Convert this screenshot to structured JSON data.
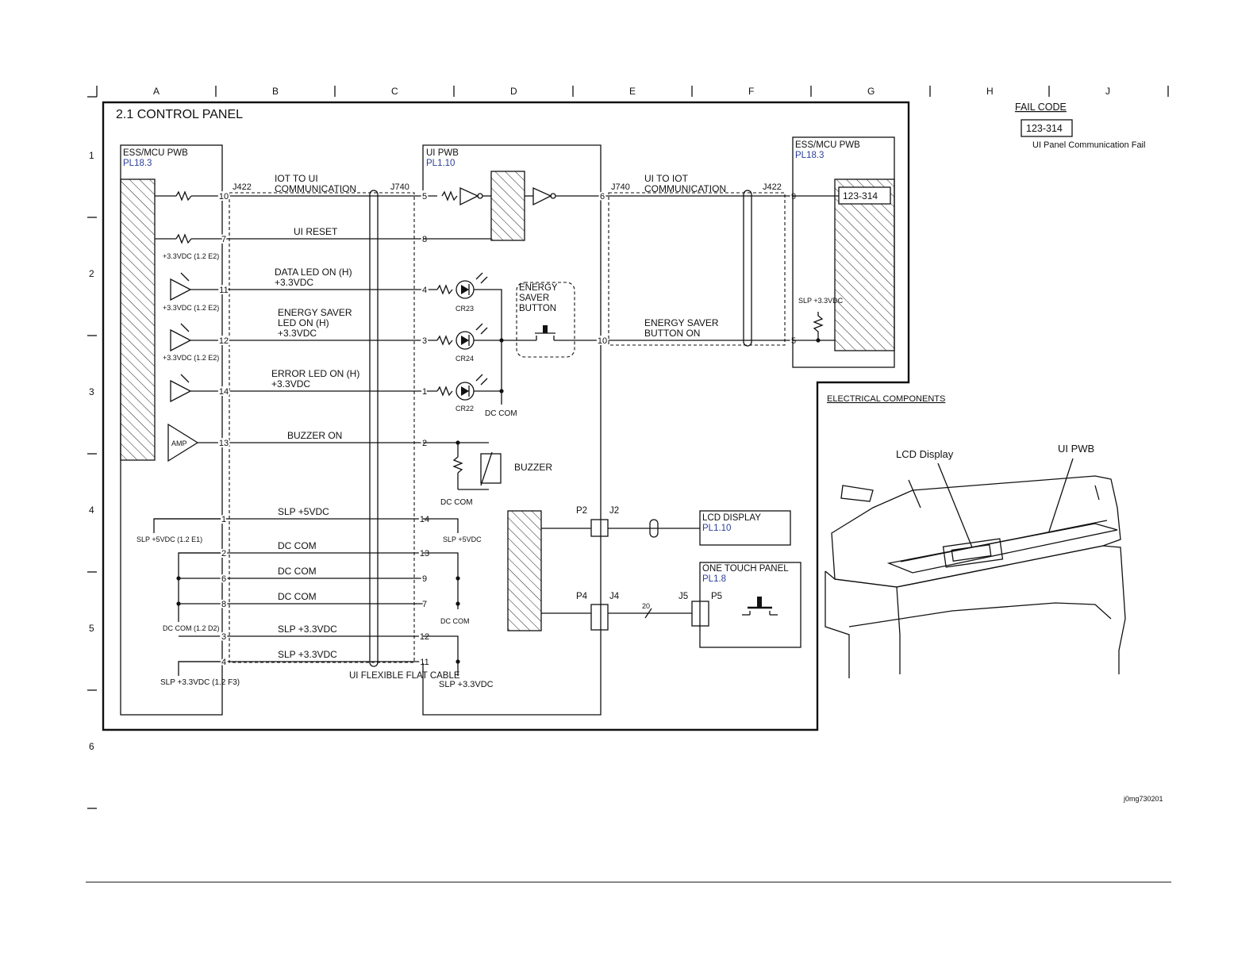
{
  "grid": {
    "columns": [
      "A",
      "B",
      "C",
      "D",
      "E",
      "F",
      "G",
      "H",
      "J"
    ],
    "rows": [
      "1",
      "2",
      "3",
      "4",
      "5",
      "6"
    ]
  },
  "panel_title": "2.1 CONTROL PANEL",
  "fail_code": {
    "heading": "FAIL CODE",
    "code": "123-314",
    "description": "UI Panel Communication Fail"
  },
  "ess_left": {
    "title": "ESS/MCU PWB",
    "ref": "PL18.3"
  },
  "ess_right": {
    "title": "ESS/MCU PWB",
    "ref": "PL18.3",
    "code": "123-314"
  },
  "ui_pwb": {
    "title": "UI PWB",
    "ref": "PL1.10"
  },
  "connectors": {
    "j422": "J422",
    "j740": "J740",
    "j740b": "J740",
    "j422b": "J422",
    "p2": "P2",
    "j2": "J2",
    "p4": "P4",
    "j4": "J4",
    "j5": "J5",
    "p5": "P5",
    "bundle": "20"
  },
  "signals": [
    {
      "pin_left": "10",
      "pin_right": "5",
      "label": "IOT TO UI COMMUNICATION"
    },
    {
      "pin_left": "7",
      "pin_right": "8",
      "label": "UI RESET"
    },
    {
      "pin_left": "11",
      "pin_right": "4",
      "label": "DATA LED ON (H) +3.3VDC"
    },
    {
      "pin_left": "12",
      "pin_right": "3",
      "label": "ENERGY SAVER LED ON (H) +3.3VDC"
    },
    {
      "pin_left": "14",
      "pin_right": "1",
      "label": "ERROR LED ON (H) +3.3VDC"
    },
    {
      "pin_left": "13",
      "pin_right": "2",
      "label": "BUZZER ON"
    },
    {
      "pin_left": "1",
      "pin_right": "14",
      "label": "SLP +5VDC"
    },
    {
      "pin_left": "2",
      "pin_right": "13",
      "label": "DC COM"
    },
    {
      "pin_left": "6",
      "pin_right": "9",
      "label": "DC COM"
    },
    {
      "pin_left": "8",
      "pin_right": "7",
      "label": "DC COM"
    },
    {
      "pin_left": "3",
      "pin_right": "12",
      "label": "SLP +3.3VDC"
    },
    {
      "pin_left": "4",
      "pin_right": "11",
      "label": "SLP +3.3VDC"
    }
  ],
  "right_signals": [
    {
      "pin_left": "6",
      "pin_right": "9",
      "label": "UI TO IOT COMMUNICATION"
    },
    {
      "pin_left": "10",
      "pin_right": "5",
      "label": "ENERGY SAVER BUTTON ON"
    }
  ],
  "refs": {
    "e2a": "+3.3VDC (1.2 E2)",
    "e2b": "+3.3VDC (1.2 E2)",
    "e2c": "+3.3VDC (1.2 E2)",
    "amp": "AMP",
    "slp5_left": "SLP +5VDC (1.2 E1)",
    "dccom_left": "DC COM (1.2 D2)",
    "slp33_left": "SLP +3.3VDC (1.2 F3)",
    "slp5_right": "SLP +5VDC",
    "dccom_right": "DC COM",
    "slp33_right": "SLP +3.3VDC",
    "slp_pullup": "SLP +3.3VDC"
  },
  "components": {
    "cr23": "CR23",
    "cr24": "CR24",
    "cr22": "CR22",
    "dc_com_led": "DC COM",
    "dc_com_buzzer": "DC COM",
    "energy_saver_button": "ENERGY SAVER BUTTON",
    "buzzer": "BUZZER",
    "cable": "UI FLEXIBLE FLAT CABLE"
  },
  "lcd_box": {
    "title": "LCD DISPLAY",
    "ref": "PL1.10"
  },
  "one_touch": {
    "title": "ONE TOUCH PANEL",
    "ref": "PL1.8"
  },
  "electrical": {
    "heading": "ELECTRICAL COMPONENTS",
    "lcd_label": "LCD Display",
    "ui_label": "UI PWB"
  },
  "image_id": "j0mg730201"
}
